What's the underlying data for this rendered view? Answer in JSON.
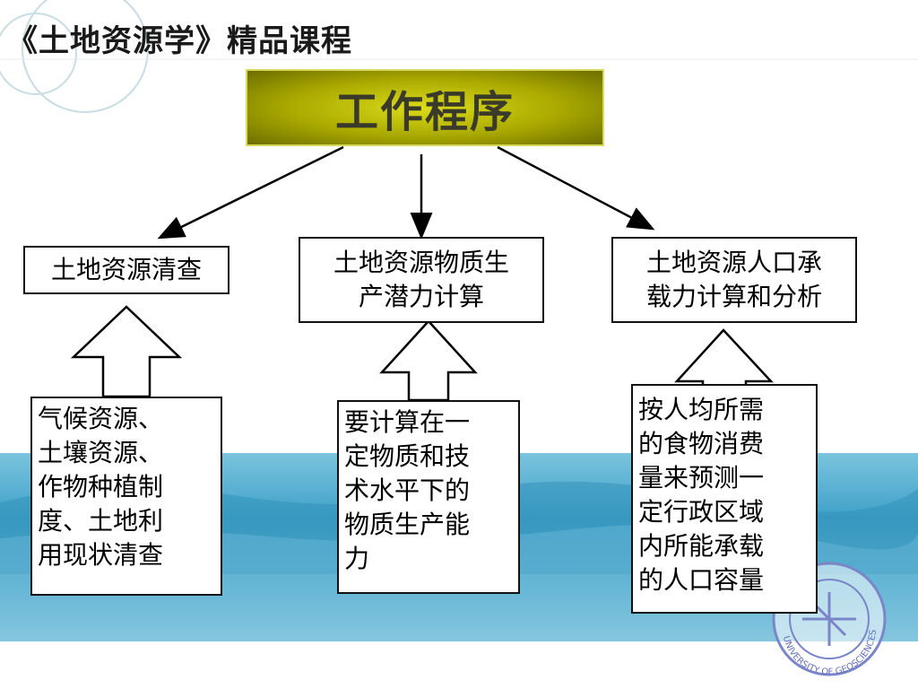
{
  "header": {
    "course_title": "《土地资源学》精品课程"
  },
  "diagram": {
    "root": "工作程序",
    "steps": [
      {
        "label": "土地资源清查",
        "detail": "气候资源、\n土壤资源、\n作物种植制\n度、土地利\n用现状清查"
      },
      {
        "label": "土地资源物质生\n产潜力计算",
        "detail": "要计算在一\n定物质和技\n术水平下的\n物质生产能\n力"
      },
      {
        "label": "土地资源人口承\n载力计算和分析",
        "detail": "按人均所需\n的食物消费\n量来预测一\n定行政区域\n内所能承载\n的人口容量"
      }
    ]
  },
  "logo": {
    "text": "UNIVERSITY OF GEOSCIENCES"
  },
  "colors": {
    "title_fill": "#a8a800",
    "sea": "#7cc6df"
  }
}
